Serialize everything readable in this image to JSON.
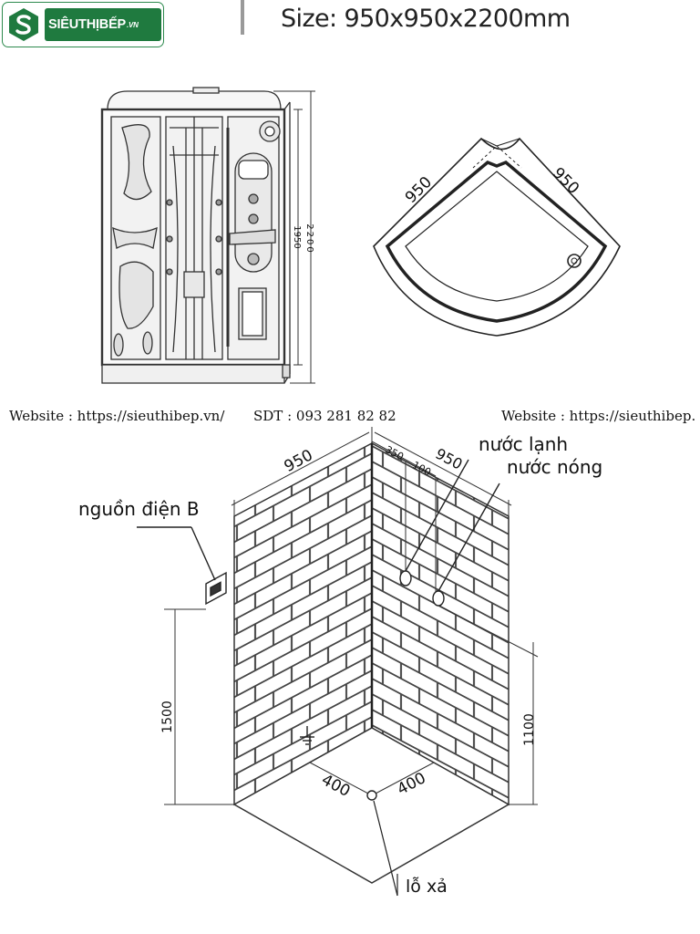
{
  "brand": {
    "name": "SIÊUTHỊBẾP",
    "suffix": ".VN"
  },
  "header": {
    "title": "Size: 950x950x2200mm"
  },
  "front_view": {
    "height_inner": "1950",
    "height_total": "2200"
  },
  "top_view": {
    "side_left": "950",
    "side_right": "950"
  },
  "footer_line": {
    "website_left": "Website : https://sieuthibep.vn/",
    "phone": "SDT : 093 281 82 82",
    "website_right": "Website : https://sieuthibep."
  },
  "installation": {
    "width_left": "950",
    "width_right": "950",
    "offset_350": "350",
    "offset_100": "100",
    "label_cold": "nước lạnh",
    "label_hot": "nước nóng",
    "label_power": "nguồn điện B",
    "height_power": "1500",
    "height_water": "1100",
    "floor_left": "400",
    "floor_right": "400",
    "label_drain": "lỗ xả"
  }
}
